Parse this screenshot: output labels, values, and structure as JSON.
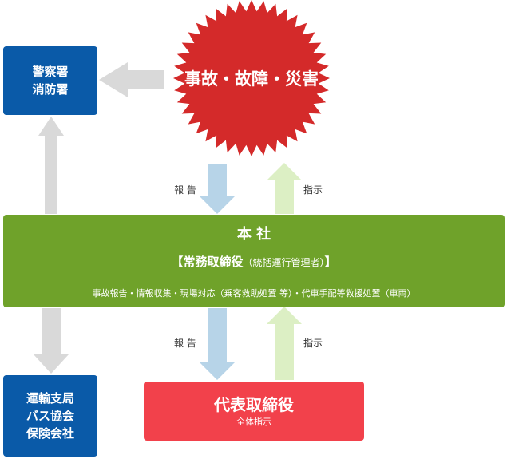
{
  "top_event": "事故・故障・災害",
  "police": [
    "警察署",
    "消防署"
  ],
  "transport": [
    "運輸支局",
    "バス協会",
    "保険会社"
  ],
  "head_office": {
    "title": "本 社",
    "role_main": "【常務取締役",
    "role_sub": "（統括運行管理者）",
    "role_close": "】",
    "duties": "事故報告・情報収集・現場対応（乗客救助処置 等）・代車手配等救援処置（車両）"
  },
  "representative": {
    "title": "代表取締役",
    "sub": "全体指示"
  },
  "labels": {
    "report_top": "報 告",
    "instruct_top": "指示",
    "report_bottom": "報 告",
    "instruct_bottom": "指示"
  },
  "colors": {
    "blue": "#0a5aa8",
    "green": "#6fa22a",
    "red": "#f2414b",
    "starburst": "#d42a2a",
    "arrow_gray": "#d9d9d9",
    "arrow_blue": "#b7d4e8",
    "arrow_green": "#dcefc4"
  }
}
